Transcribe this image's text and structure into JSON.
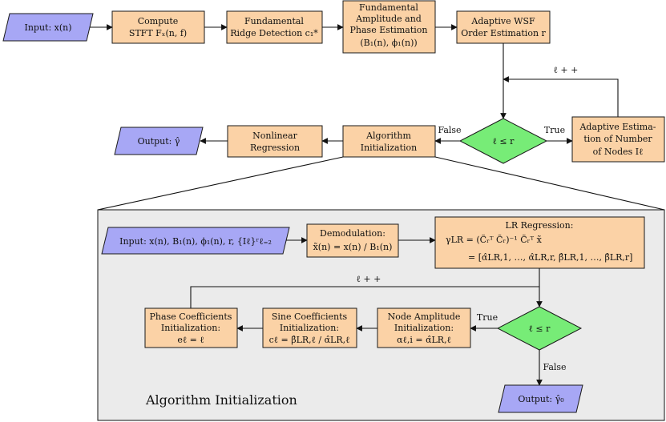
{
  "top": {
    "input": "Input: x(n)",
    "stft": [
      "Compute",
      "STFT Fₓ(n, f)"
    ],
    "ridge": [
      "Fundamental",
      "Ridge Detection c₁*"
    ],
    "amp": [
      "Fundamental",
      "Amplitude and",
      "Phase Estimation",
      "(B₁(n), ϕ₁(n))"
    ],
    "order": [
      "Adaptive WSF",
      "Order Estimation r"
    ],
    "loop": "ℓ + +",
    "decision": "ℓ ≤ r",
    "true": "True",
    "false": "False",
    "nodes": [
      "Adaptive Estima-",
      "tion of Number",
      "of Nodes Iℓ"
    ],
    "init": [
      "Algorithm",
      "Initialization"
    ],
    "nonlin": [
      "Nonlinear",
      "Regression"
    ],
    "output": "Output: γ̂"
  },
  "detail": {
    "title": "Algorithm Initialization",
    "input": "Input: x(n), B₁(n), ϕ₁(n), r, {Iℓ}ʳℓ₌₂",
    "demod": [
      "Demodulation:",
      "x̃(n) = x(n) / B₁(n)"
    ],
    "lr": [
      "LR Regression:",
      "γLR = (C̃ᵣᵀ C̃ᵣ)⁻¹ C̃ᵣᵀ x̃",
      "= [α̂LR,1, …, α̂LR,r, β̂LR,1, …, β̂LR,r]"
    ],
    "loop": "ℓ + +",
    "decision": "ℓ ≤ r",
    "true": "True",
    "false": "False",
    "node_amp": [
      "Node Amplitude",
      "Initialization:",
      "αℓ,i = α̂LR,ℓ"
    ],
    "sine": [
      "Sine Coefficients",
      "Initialization:",
      "cℓ = β̂LR,ℓ / α̂LR,ℓ"
    ],
    "phase": [
      "Phase Coefficients",
      "Initialization:",
      "eℓ = ℓ"
    ],
    "output": "Output: γ̂₀"
  }
}
